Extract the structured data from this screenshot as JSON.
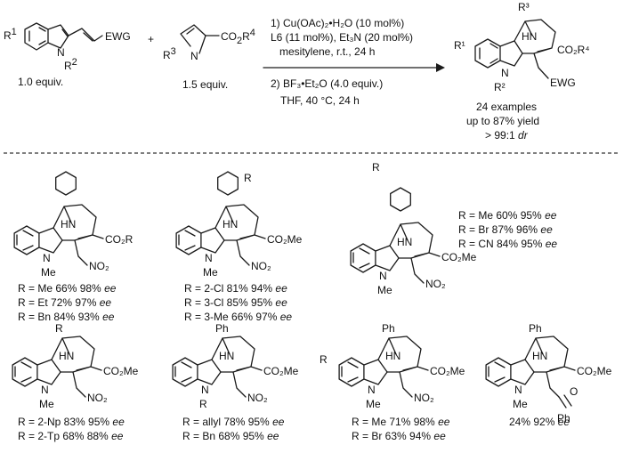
{
  "reaction": {
    "reactant1": {
      "r1": "R",
      "r1_sup": "1",
      "r2": "R",
      "r2_sup": "2",
      "ewg": "EWG",
      "equiv": "1.0 equiv."
    },
    "plus": "+",
    "reactant2": {
      "r3": "R",
      "r3_sup": "3",
      "ester": "CO",
      "ester_sub": "2",
      "ester_r": "R",
      "ester_sup": "4",
      "n": "N",
      "equiv": "1.5 equiv."
    },
    "conditions": {
      "step1_line1": "1) Cu(OAc)₂•H₂O (10 mol%)",
      "step1_line2": "L6 (11 mol%), Et₃N (20 mol%)",
      "step1_line3": "mesitylene, r.t., 24 h",
      "step2_line1": "2) BF₃•Et₂O (4.0 equiv.)",
      "step2_line2": "THF, 40 °C, 24 h"
    },
    "product": {
      "r1": "R¹",
      "r3": "R³",
      "hn": "HN",
      "ester": "CO₂R⁴",
      "n": "N",
      "r2": "R²",
      "ewg": "EWG"
    },
    "summary": {
      "line1": "24 examples",
      "line2": "up to 87% yield",
      "line3_prefix": "> 99:1 ",
      "line3_italic": "dr"
    }
  },
  "examples": [
    {
      "ester": "CO₂R",
      "lines": [
        {
          "t": "R = Me   66% 98% ",
          "ee": "ee"
        },
        {
          "t": "R = Et    72% 97% ",
          "ee": "ee"
        },
        {
          "t": "R = Bn   84% 93% ",
          "ee": "ee"
        }
      ]
    },
    {
      "ring_r": "R",
      "ester": "CO₂Me",
      "lines": [
        {
          "t": "R = 2-Cl   81% 94% ",
          "ee": "ee"
        },
        {
          "t": "R = 3-Cl   85% 95% ",
          "ee": "ee"
        },
        {
          "t": "R = 3-Me  66% 97% ",
          "ee": "ee"
        }
      ]
    },
    {
      "aryl_r": "R",
      "ester": "CO₂Me",
      "lines": [
        {
          "t": "R = Me   60% 95% ",
          "ee": "ee"
        },
        {
          "t": "R = Br   87% 96% ",
          "ee": "ee"
        },
        {
          "t": "R = CN   84% 95% ",
          "ee": "ee"
        }
      ]
    },
    {
      "top_r": "R",
      "ester": "CO₂Me",
      "lines": [
        {
          "t": "R = 2-Np   83% 95% ",
          "ee": "ee"
        },
        {
          "t": "R = 2-Tp   68% 88% ",
          "ee": "ee"
        }
      ]
    },
    {
      "ph": "Ph",
      "n_r": "R",
      "ester": "CO₂Me",
      "lines": [
        {
          "t": "R = allyl  78% 95% ",
          "ee": "ee"
        },
        {
          "t": "R = Bn     68%  95% ",
          "ee": "ee"
        }
      ]
    },
    {
      "ph": "Ph",
      "arom_r": "R",
      "ester": "CO₂Me",
      "lines": [
        {
          "t": "R = Me   71% 98% ",
          "ee": "ee"
        },
        {
          "t": "R = Br   63% 94% ",
          "ee": "ee"
        }
      ]
    },
    {
      "ph": "Ph",
      "ester": "CO₂Me",
      "o": "O",
      "ketone_ph": "Ph",
      "lines": [
        {
          "t": "24% 92% ",
          "ee": "ee"
        }
      ]
    }
  ],
  "common": {
    "hn": "HN",
    "n": "N",
    "me": "Me",
    "no2": "NO₂"
  }
}
